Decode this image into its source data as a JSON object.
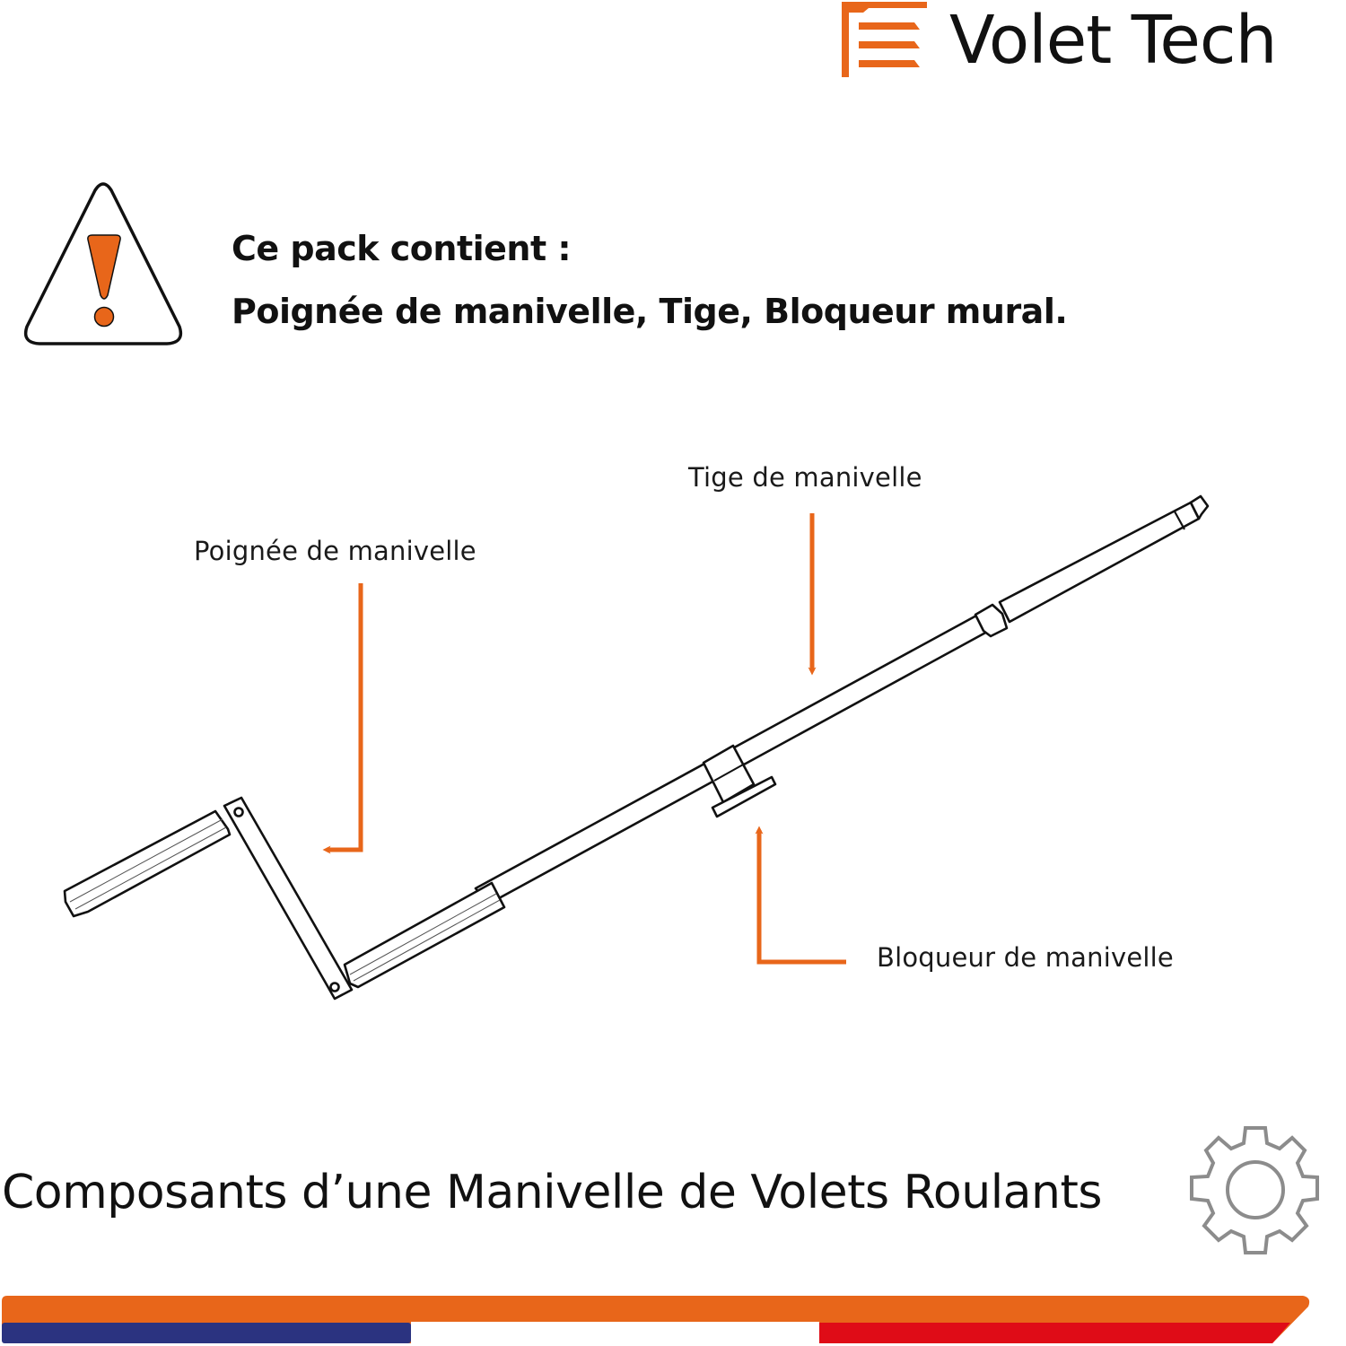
{
  "brand": {
    "name": "Volet Tech",
    "icon": "shutter-logo-icon",
    "accent_color": "#E8661A"
  },
  "notice": {
    "icon": "warning-triangle-icon",
    "title": "Ce pack contient :",
    "items_text": "Poignée de manivelle, Tige, Bloqueur mural."
  },
  "diagram": {
    "labels": {
      "handle": "Poignée de manivelle",
      "rod": "Tige de manivelle",
      "lock": "Bloqueur de manivelle"
    },
    "arrow_color": "#E8661A",
    "line_color": "#111111"
  },
  "footer": {
    "title": "Composants d’une Manivelle de Volets Roulants",
    "icon": "gear-icon",
    "gear_color": "#8C8C8C",
    "band_colors": {
      "orange": "#E8661A",
      "blue": "#2B3380",
      "white": "#FFFFFF",
      "red": "#DF0C17"
    }
  }
}
